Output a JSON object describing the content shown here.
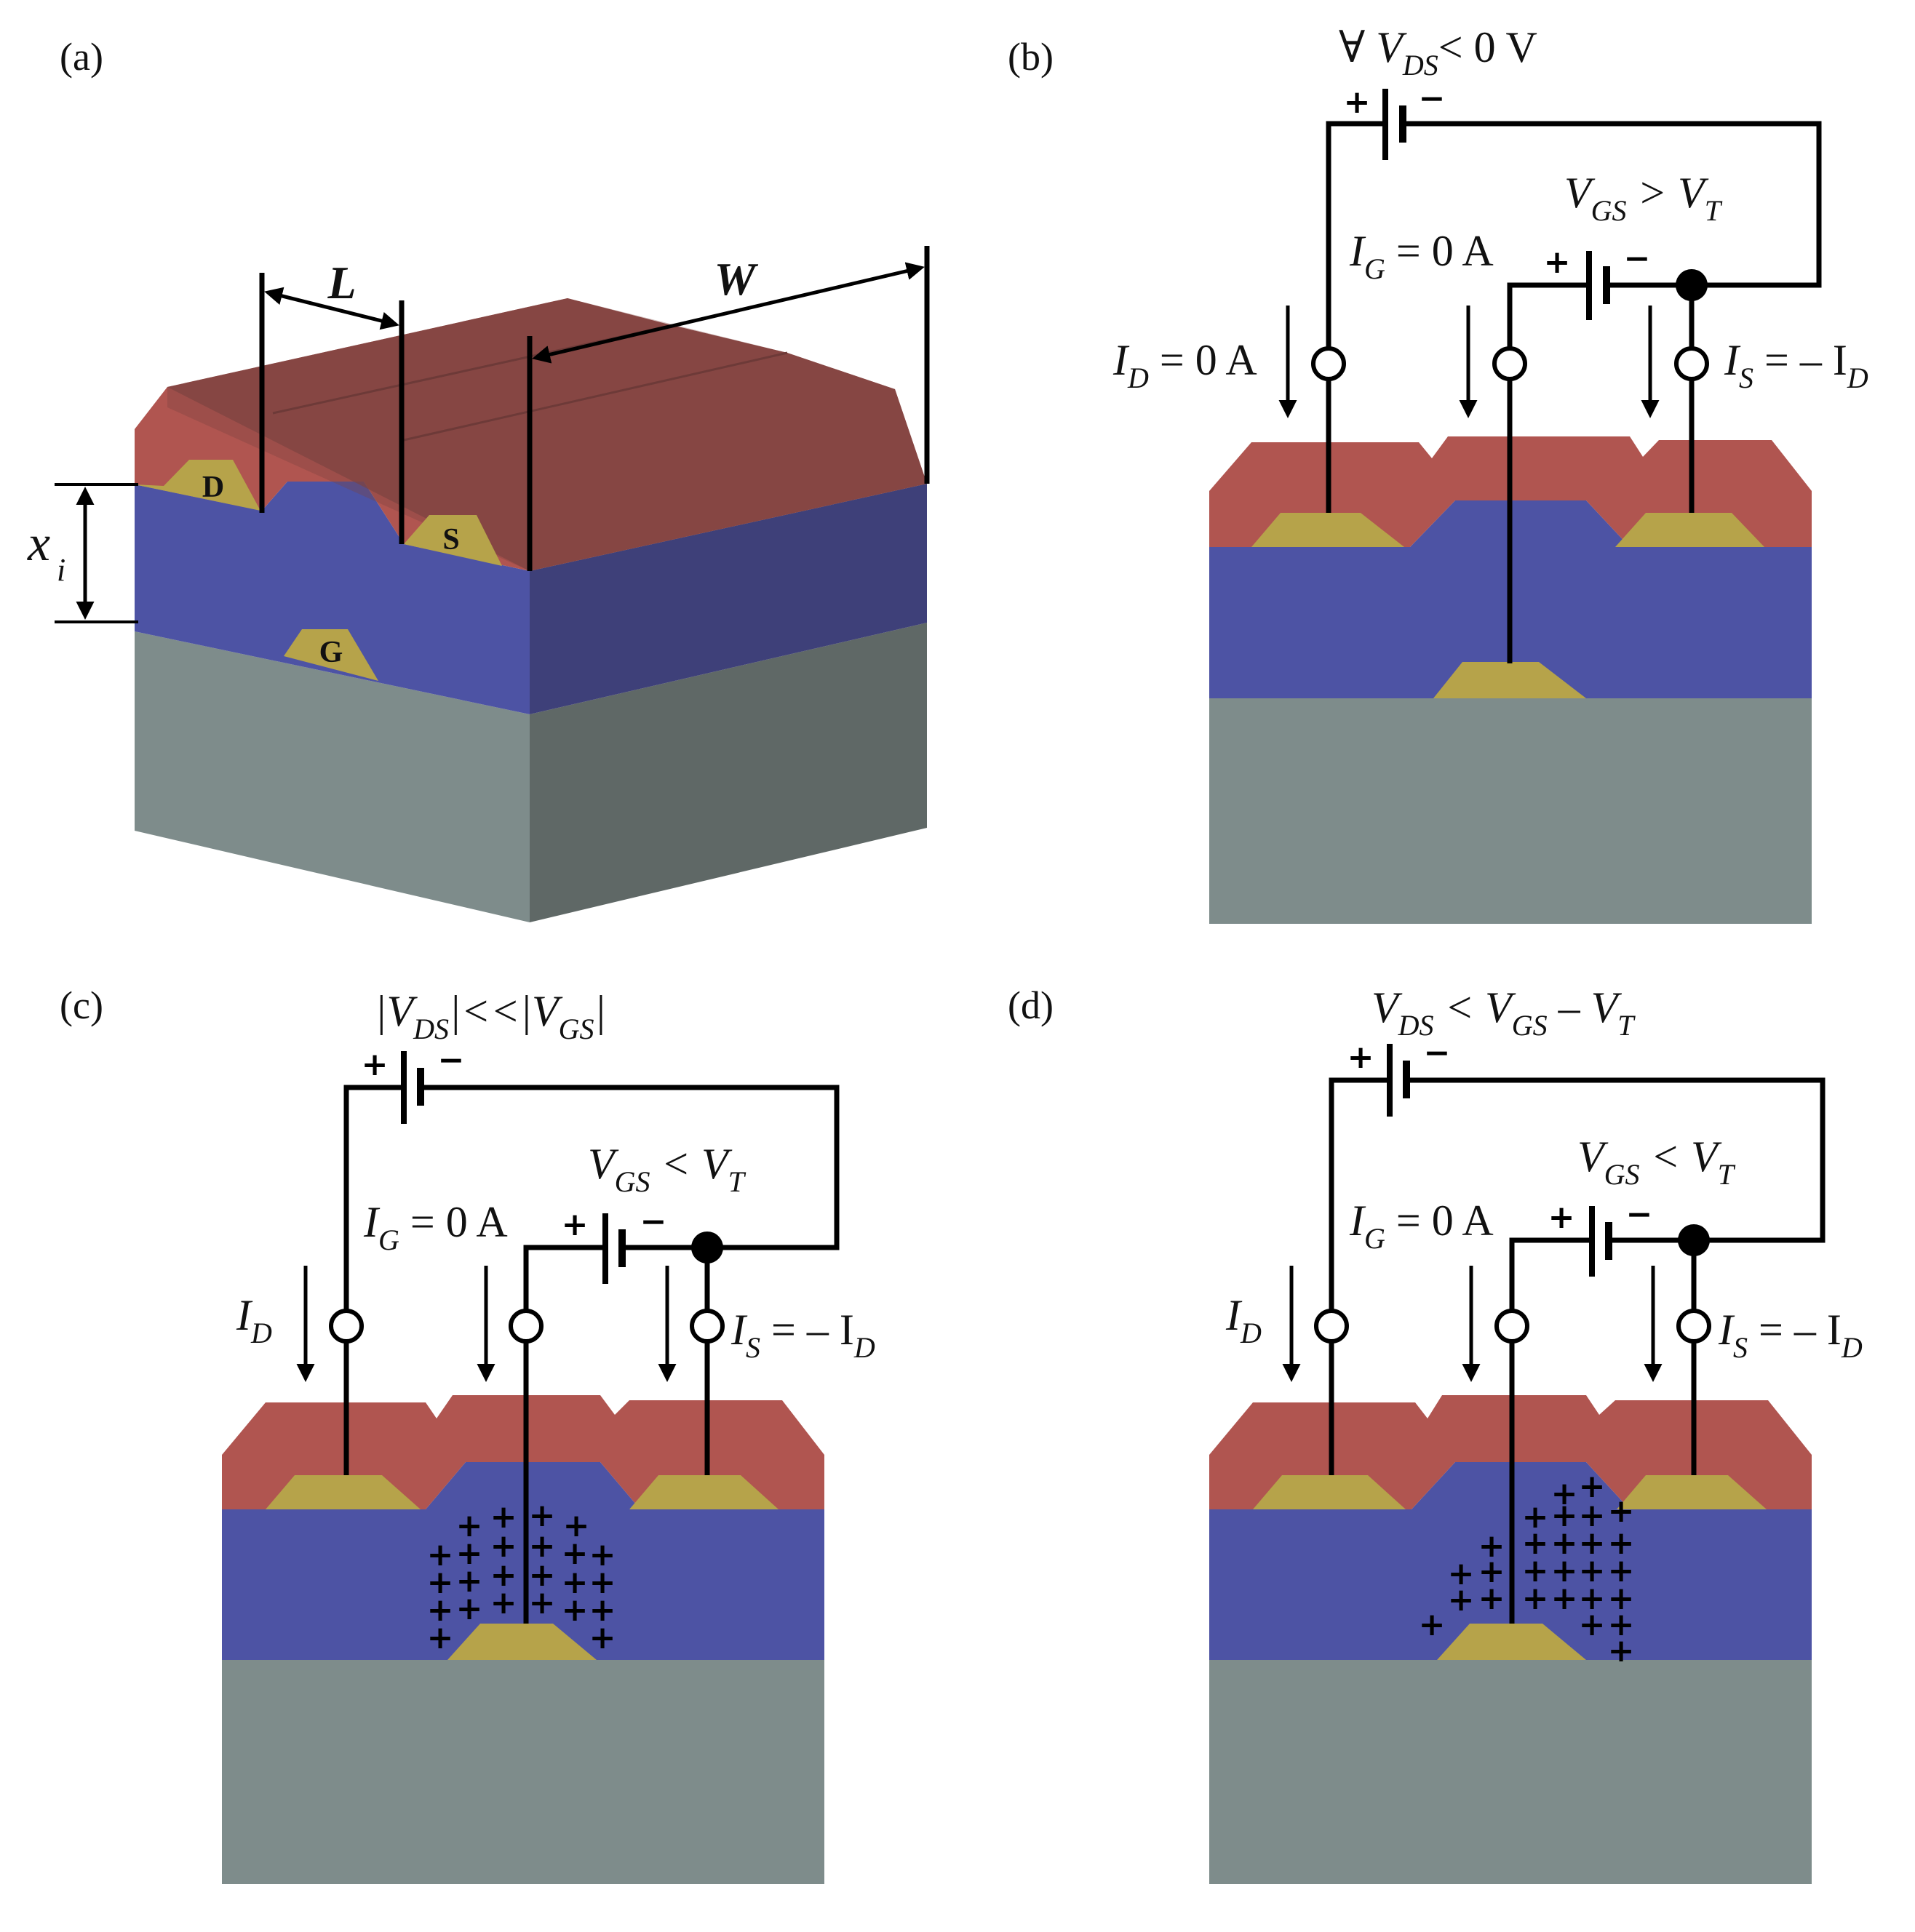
{
  "colors": {
    "passivation_red": "#b05550",
    "passivation_red_top": "#7e4542",
    "semiconductor_blue": "#4d53a4",
    "semiconductor_blue_side": "#3e4079",
    "substrate_gray": "#7e8c8b",
    "substrate_gray_side": "#5f6866",
    "contact_gold": "#b6a34a"
  },
  "panel_a": {
    "label": "(a)",
    "dim_L": "L",
    "dim_W": "W",
    "dim_x": "x",
    "dim_x_sub": "i",
    "contact_D": "D",
    "contact_S": "S",
    "contact_G": "G"
  },
  "panel_b": {
    "label": "(b)",
    "vds_condition": {
      "prefix": "∀ V",
      "sub": "DS",
      "suffix": "< 0 V"
    },
    "vgs_condition": {
      "v1": "V",
      "sub1": "GS",
      "op": " > V",
      "sub2": "T"
    },
    "ig": {
      "sym": "I",
      "sub": "G",
      "rest": " = 0 A"
    },
    "id": {
      "sym": "I",
      "sub": "D",
      "rest": " = 0 A"
    },
    "is": {
      "sym": "I",
      "sub": "S",
      "rest": " = – I",
      "sub2": "D"
    }
  },
  "panel_c": {
    "label": "(c)",
    "vds_condition": {
      "a": "|V",
      "sub1": "DS",
      "b": "|<<|V",
      "sub2": "GS",
      "c": "|"
    },
    "vgs_condition": {
      "v1": "V",
      "sub1": "GS",
      "op": " < V",
      "sub2": "T"
    },
    "ig": {
      "sym": "I",
      "sub": "G",
      "rest": " = 0 A"
    },
    "id": {
      "sym": "I",
      "sub": "D"
    },
    "is": {
      "sym": "I",
      "sub": "S",
      "rest": " = – I",
      "sub2": "D"
    }
  },
  "panel_d": {
    "label": "(d)",
    "vds_condition": {
      "v1": "V",
      "sub1": "DS",
      "op1": " < V",
      "sub2": "GS",
      "op2": " – V",
      "sub3": "T"
    },
    "vgs_condition": {
      "v1": "V",
      "sub1": "GS",
      "op": " < V",
      "sub2": "T"
    },
    "ig": {
      "sym": "I",
      "sub": "G",
      "rest": " = 0 A"
    },
    "id": {
      "sym": "I",
      "sub": "D"
    },
    "is": {
      "sym": "I",
      "sub": "S",
      "rest": " = – I",
      "sub2": "D"
    }
  },
  "battery_plus": "+",
  "battery_minus": "−",
  "charge_symbol": "+"
}
